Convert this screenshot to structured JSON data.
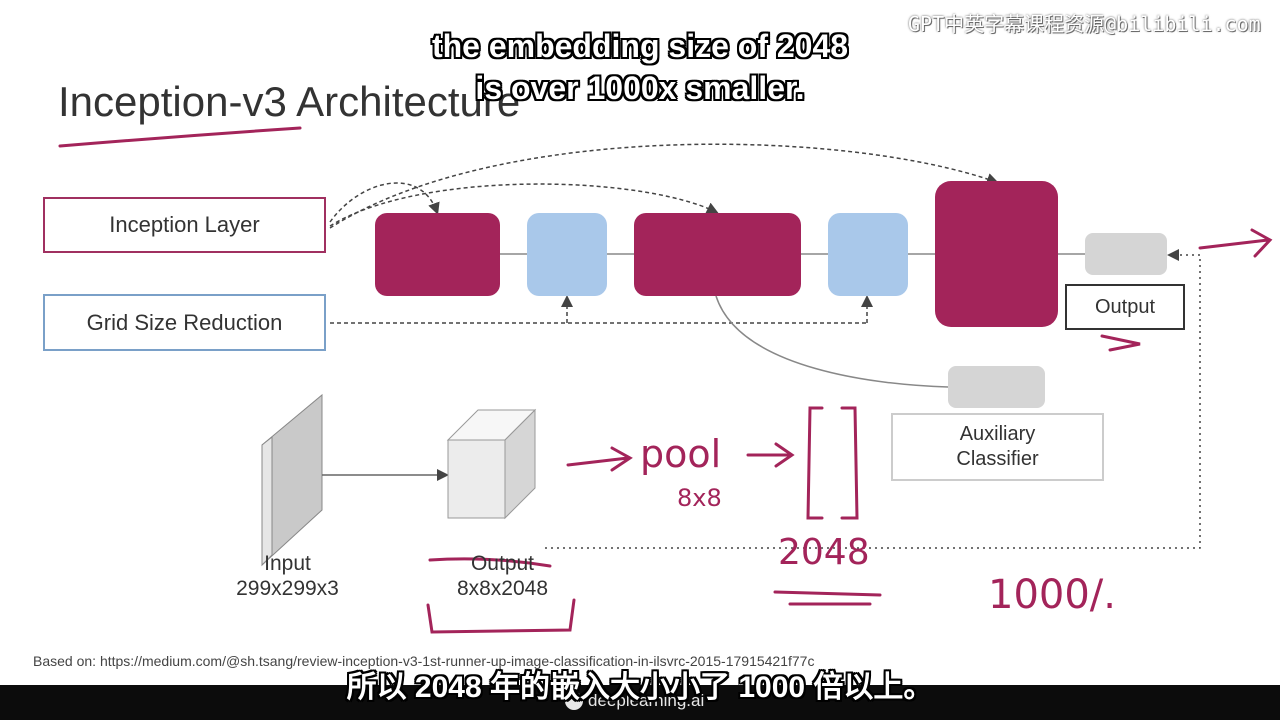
{
  "slide": {
    "title": "Inception-v3 Architecture",
    "legend": {
      "inception_layer": "Inception Layer",
      "grid_size_reduction": "Grid Size Reduction"
    },
    "output_label": "Output",
    "auxiliary_classifier": {
      "line1": "Auxiliary",
      "line2": "Classifier"
    },
    "input": {
      "name": "Input",
      "dims": "299x299x3"
    },
    "feature_output": {
      "name": "Output",
      "dims": "8x8x2048"
    },
    "source": "Based on: https://medium.com/@sh.tsang/review-inception-v3-1st-runner-up-image-classification-in-ilsvrc-2015-17915421f77c"
  },
  "annotations": {
    "pool": "pool",
    "pool_size": "8x8",
    "embedding": "2048",
    "thousand": "1000/."
  },
  "subtitles": {
    "english_line1": "the embedding size of 2048",
    "english_line2": "is over 1000x smaller.",
    "chinese": "所以 2048 年的嵌入大小小了 1000 倍以上。"
  },
  "watermark": {
    "line1": "GPT中英字幕课程资源@bilibili.com"
  },
  "footer": {
    "brand": "deeplearning.ai"
  },
  "colors": {
    "inception": "#a3245a",
    "reduction": "#a9c8ea",
    "pen": "#a3245a",
    "neutral": "#d5d5d5"
  }
}
